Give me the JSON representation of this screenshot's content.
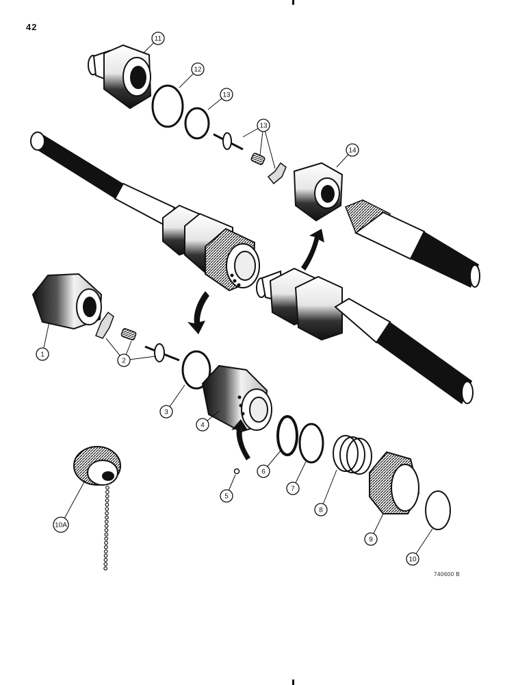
{
  "page_number": "42",
  "reference_code": "740600 B",
  "callouts": [
    {
      "id": "c1",
      "label": "1"
    },
    {
      "id": "c2",
      "label": "2"
    },
    {
      "id": "c3",
      "label": "3"
    },
    {
      "id": "c4",
      "label": "4"
    },
    {
      "id": "c5",
      "label": "5"
    },
    {
      "id": "c6",
      "label": "6"
    },
    {
      "id": "c7",
      "label": "7"
    },
    {
      "id": "c8",
      "label": "8"
    },
    {
      "id": "c9",
      "label": "9"
    },
    {
      "id": "c10",
      "label": "10"
    },
    {
      "id": "c10a",
      "label": "10A"
    },
    {
      "id": "c11",
      "label": "11"
    },
    {
      "id": "c12",
      "label": "12"
    },
    {
      "id": "c13a",
      "label": "13"
    },
    {
      "id": "c13b",
      "label": "13"
    },
    {
      "id": "c14",
      "label": "14"
    }
  ]
}
